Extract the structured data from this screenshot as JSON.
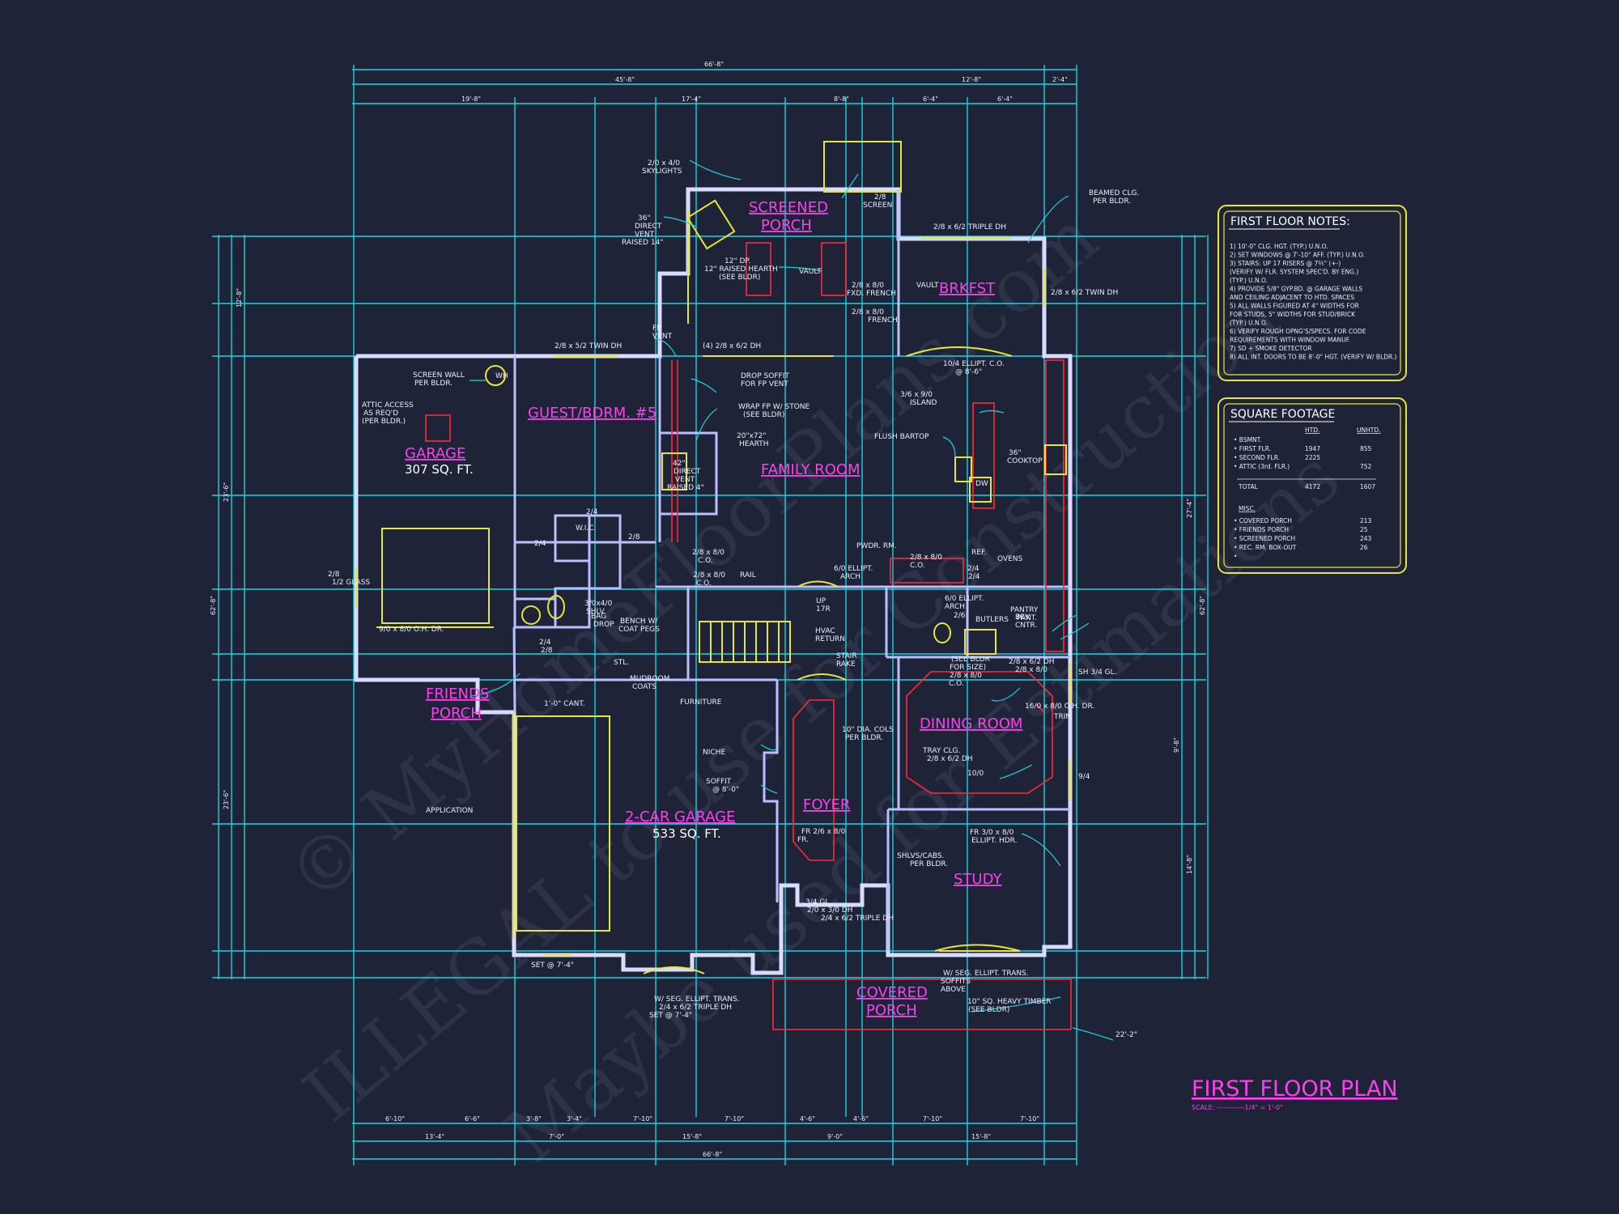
{
  "title": "FIRST FLOOR PLAN",
  "scale": "SCALE: ------------1/4\" = 1'-0\"",
  "watermark": [
    "© MyHomeFloorPlans.com",
    "ILLEGAL to use for Construction",
    "Maybe used for Estimations"
  ],
  "colors": {
    "background": "#1f2337",
    "dimension": "#19d3e0",
    "wall": "#d9dcff",
    "room_label": "#ff3ef0",
    "fixture": "#e8e53a",
    "accent_red": "#ff2a3a"
  },
  "rooms": {
    "screened_porch": [
      "SCREENED",
      "PORCH"
    ],
    "brkfst": "BRKFST",
    "guest": "GUEST/BDRM. #5",
    "garage": "GARAGE",
    "garage_sqft": "307 SQ. FT.",
    "family": "FAMILY ROOM",
    "friends_porch": [
      "FRIENDS",
      "PORCH"
    ],
    "dining": "DINING ROOM",
    "foyer": "FOYER",
    "garage2": "2-CAR GARAGE",
    "garage2_sqft": "533 SQ. FT.",
    "study": "STUDY",
    "covered_porch": [
      "COVERED",
      "PORCH"
    ]
  },
  "dims_top": {
    "overall": "66'-8\"",
    "r1": [
      "45'-8\"",
      "12'-8\"",
      "2'-4\""
    ],
    "r2": [
      "19'-8\"",
      "17'-4\"",
      "8'-8\"",
      "6'-4\"",
      "6'-4\""
    ]
  },
  "dims_bottom": {
    "r1": [
      "6'-10\"",
      "6'-6\"",
      "3'-8\"",
      "3'-4\"",
      "7'-10\"",
      "7'-10\"",
      "4'-6\"",
      "4'-6\"",
      "7'-10\"",
      "7'-10\""
    ],
    "r2": [
      "13'-4\"",
      "7'-0\"",
      "15'-8\"",
      "9'-0\"",
      "15'-8\""
    ],
    "overall": "66'-8\""
  },
  "dims_left": {
    "overall": "62'-8\"",
    "a": "23'-6\"",
    "b": "23'-6\"",
    "c": "12'-8\""
  },
  "dims_right": {
    "overall": "62'-8\"",
    "a": "27'-4\"",
    "b": "14'-8\"",
    "c": "9'-8\""
  },
  "notes": [
    "2/0 x 4/0",
    "SKYLIGHTS",
    "36\"",
    "DIRECT",
    "VENT",
    "RAISED 14\"",
    "12\" DP.",
    "12\" RAISED HEARTH",
    "(SEE BLDR)",
    "2/8",
    "SCREEN",
    "BEAMED CLG.",
    "PER BLDR.",
    "2/8 x 6/2 TRIPLE DH",
    "VAULT",
    "VAULT",
    "2/8 x 8/0",
    "FXD. FRENCH",
    "2/8 x 8/0",
    "FRENCH",
    "2/8 x 6/2 TWIN DH",
    "FP",
    "VENT",
    "2/8 x 5/2 TWIN DH",
    "(4) 2/8 x 6/2 DH",
    "10/4 ELLIPT. C.O.",
    "@ 8'-6\"",
    "SCREEN WALL",
    "PER BLDR.",
    "WH",
    "ATTIC ACCESS",
    "AS REQ'D",
    "(PER BLDR.)",
    "DROP SOFFIT",
    "FOR FP VENT",
    "WRAP FP W/ STONE",
    "(SEE BLDR)",
    "20\"x72\"",
    "HEARTH",
    "42\"",
    "DIRECT",
    "VENT",
    "RAISED 4\"",
    "3/6 x 9/0",
    "ISLAND",
    "FLUSH BARTOP",
    "36\"",
    "COOKTOP",
    "DW",
    "W.I.C.",
    "2/4",
    "2/4",
    "2/8",
    "2/8 x 8/0",
    "C.O.",
    "2/8",
    "1/2 GLASS",
    "9/0 x 8/0 O.H. DR.",
    "BENCH W/",
    "COAT PEGS",
    "BAG",
    "DROP",
    "3/0x4/0",
    "SHLV.",
    "2/8 x 8/0",
    "C.O.",
    "PWDR. RM.",
    "6/0 ELLIPT.",
    "ARCH",
    "RAIL",
    "REF.",
    "OVENS",
    "2/8 x 8/0",
    "C.O.",
    "BEV.",
    "CNTR.",
    "BUTLERS",
    "PANTRY",
    "PANT.",
    "2/4",
    "2/4",
    "UP",
    "17R",
    "STAIR",
    "RAKE",
    "2/6",
    "6/0 ELLIPT.",
    "ARCH",
    "HVAC",
    "RETURN",
    "(SEE BLDR",
    "FOR SIZE)",
    "2/8 x 8/0",
    "C.O.",
    "2/8 x 6/2 DH",
    "2/8 x 8/0",
    "SH 3/4 GL.",
    "2/4",
    "2/8",
    "STL.",
    "MUDROOM",
    "COATS",
    "1'-0\" CANT.",
    "FURNITURE",
    "NICHE",
    "SOFFIT",
    "@ 8'-0\"",
    "10\" DIA. COLS",
    "PER BLDR.",
    "TRAY CLG.",
    "2/8 x 6/2 DH",
    "10/0",
    "9/4",
    "16/0 x 8/0 O.H. DR.",
    "TRIM",
    "APPLICATION",
    "FR 2/6 x 8/0",
    "FR.",
    "SHLVS/CABS.",
    "PER BLDR.",
    "FR 3/0 x 8/0",
    "ELLIPT. HDR.",
    "3/4 GL.",
    "2/0 x 3/0 DH",
    "2/4 x 6/2 TRIPLE DH",
    "SET @ 7'-4\"",
    "W/ SEG. ELLIPT. TRANS.",
    "2/4 x 6/2 TRIPLE DH",
    "SET @ 7'-4\"",
    "W/ SEG. ELLIPT. TRANS.",
    "SOFFITS",
    "ABOVE",
    "10\" SQ. HEAVY TIMBER",
    "(SEE BLDR)",
    "22'-2\""
  ],
  "notes_box": {
    "title": "FIRST FLOOR NOTES:",
    "lines": [
      "1) 10'-0\" CLG. HGT. (TYP.) U.N.O.",
      "2) SET WINDOWS @ 7'-10\" AFF. (TYP.) U.N.O.",
      "3) STAIRS: UP 17 RISERS @ 7⅖\" (+-)",
      "   (VERIFY W/ FLR. SYSTEM SPEC'D. BY ENG.)",
      "   (TYP.) U.N.O.",
      "4) PROVIDE 5/8\" GYP.BD. @ GARAGE WALLS",
      "   AND CEILING ADJACENT TO HTD. SPACES",
      "5) ALL WALLS FIGURED AT 4\" WIDTHS FOR",
      "   FOR STUDS, 5\" WIDTHS FOR STUD/BRICK",
      "   (TYP.) U.N.O.",
      "6) VERIFY ROUGH OPNG'S/SPECS. FOR CODE",
      "   REQUIREMENTS WITH WINDOW MANUF.",
      "7) SD + SMOKE DETECTOR",
      "8) ALL INT. DOORS TO BE 8'-0\" HGT. (VERIFY W/ BLDR.)"
    ]
  },
  "sqft_box": {
    "title": "SQUARE FOOTAGE",
    "col_htd": "HTD.",
    "col_unhtd": "UNHTD.",
    "rows": [
      {
        "label": "• BSMNT.",
        "htd": "",
        "unhtd": ""
      },
      {
        "label": "• FIRST FLR.",
        "htd": "1947",
        "unhtd": "855"
      },
      {
        "label": "• SECOND FLR.",
        "htd": "2225",
        "unhtd": ""
      },
      {
        "label": "• ATTIC (3rd. FLR.)",
        "htd": "",
        "unhtd": "752"
      }
    ],
    "total_label": "TOTAL",
    "total_htd": "4172",
    "total_unhtd": "1607",
    "misc_label": "MISC.",
    "misc": [
      {
        "label": "• COVERED PORCH",
        "val": "213"
      },
      {
        "label": "• FRIENDS PORCH",
        "val": "25"
      },
      {
        "label": "• SCREENED PORCH",
        "val": "243"
      },
      {
        "label": "• REC. RM. BOX-OUT",
        "val": "26"
      },
      {
        "label": "•",
        "val": ""
      }
    ]
  }
}
